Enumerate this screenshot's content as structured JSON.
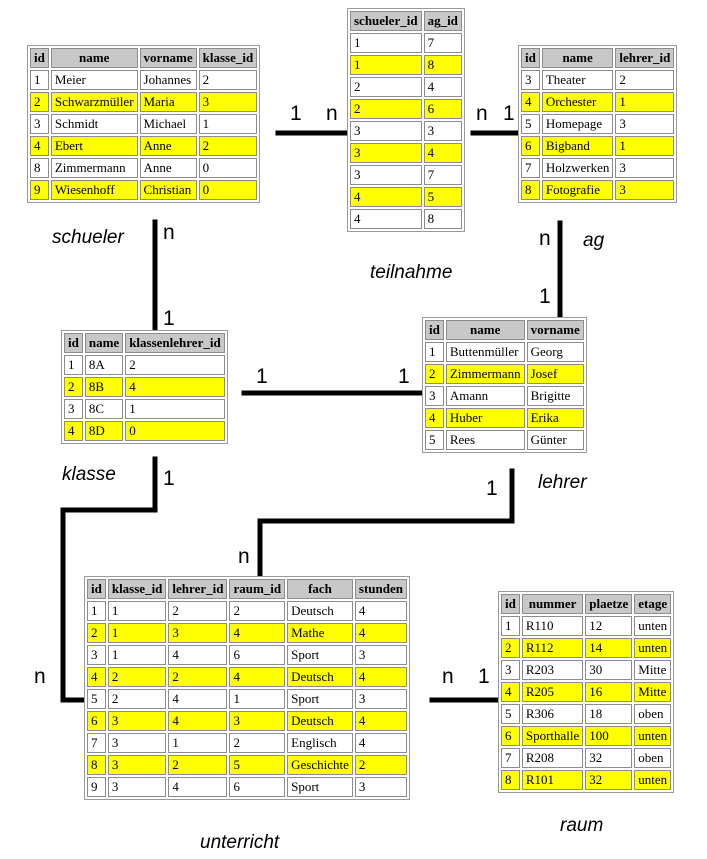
{
  "tables": {
    "schueler": {
      "name": "schueler",
      "columns": [
        "id",
        "name",
        "vorname",
        "klasse_id"
      ],
      "rows": [
        [
          "1",
          "Meier",
          "Johannes",
          "2"
        ],
        [
          "2",
          "Schwarzmüller",
          "Maria",
          "3"
        ],
        [
          "3",
          "Schmidt",
          "Michael",
          "1"
        ],
        [
          "4",
          "Ebert",
          "Anne",
          "2"
        ],
        [
          "8",
          "Zimmermann",
          "Anne",
          "0"
        ],
        [
          "9",
          "Wiesenhoff",
          "Christian",
          "0"
        ]
      ]
    },
    "teilnahme": {
      "name": "teilnahme",
      "columns": [
        "schueler_id",
        "ag_id"
      ],
      "rows": [
        [
          "1",
          "7"
        ],
        [
          "1",
          "8"
        ],
        [
          "2",
          "4"
        ],
        [
          "2",
          "6"
        ],
        [
          "3",
          "3"
        ],
        [
          "3",
          "4"
        ],
        [
          "3",
          "7"
        ],
        [
          "4",
          "5"
        ],
        [
          "4",
          "8"
        ]
      ]
    },
    "ag": {
      "name": "ag",
      "columns": [
        "id",
        "name",
        "lehrer_id"
      ],
      "rows": [
        [
          "3",
          "Theater",
          "2"
        ],
        [
          "4",
          "Orchester",
          "1"
        ],
        [
          "5",
          "Homepage",
          "3"
        ],
        [
          "6",
          "Bigband",
          "1"
        ],
        [
          "7",
          "Holzwerken",
          "3"
        ],
        [
          "8",
          "Fotografie",
          "3"
        ]
      ]
    },
    "klasse": {
      "name": "klasse",
      "columns": [
        "id",
        "name",
        "klassenlehrer_id"
      ],
      "rows": [
        [
          "1",
          "8A",
          "2"
        ],
        [
          "2",
          "8B",
          "4"
        ],
        [
          "3",
          "8C",
          "1"
        ],
        [
          "4",
          "8D",
          "0"
        ]
      ]
    },
    "lehrer": {
      "name": "lehrer",
      "columns": [
        "id",
        "name",
        "vorname"
      ],
      "rows": [
        [
          "1",
          "Buttenmüller",
          "Georg"
        ],
        [
          "2",
          "Zimmermann",
          "Josef"
        ],
        [
          "3",
          "Amann",
          "Brigitte"
        ],
        [
          "4",
          "Huber",
          "Erika"
        ],
        [
          "5",
          "Rees",
          "Günter"
        ]
      ]
    },
    "unterricht": {
      "name": "unterricht",
      "columns": [
        "id",
        "klasse_id",
        "lehrer_id",
        "raum_id",
        "fach",
        "stunden"
      ],
      "rows": [
        [
          "1",
          "1",
          "2",
          "2",
          "Deutsch",
          "4"
        ],
        [
          "2",
          "1",
          "3",
          "4",
          "Mathe",
          "4"
        ],
        [
          "3",
          "1",
          "4",
          "6",
          "Sport",
          "3"
        ],
        [
          "4",
          "2",
          "2",
          "4",
          "Deutsch",
          "4"
        ],
        [
          "5",
          "2",
          "4",
          "1",
          "Sport",
          "3"
        ],
        [
          "6",
          "3",
          "4",
          "3",
          "Deutsch",
          "4"
        ],
        [
          "7",
          "3",
          "1",
          "2",
          "Englisch",
          "4"
        ],
        [
          "8",
          "3",
          "2",
          "5",
          "Geschichte",
          "2"
        ],
        [
          "9",
          "3",
          "4",
          "6",
          "Sport",
          "3"
        ]
      ]
    },
    "raum": {
      "name": "raum",
      "columns": [
        "id",
        "nummer",
        "plaetze",
        "etage"
      ],
      "rows": [
        [
          "1",
          "R110",
          "12",
          "unten"
        ],
        [
          "2",
          "R112",
          "14",
          "unten"
        ],
        [
          "3",
          "R203",
          "30",
          "Mitte"
        ],
        [
          "4",
          "R205",
          "16",
          "Mitte"
        ],
        [
          "5",
          "R306",
          "18",
          "oben"
        ],
        [
          "6",
          "Sporthalle",
          "100",
          "unten"
        ],
        [
          "7",
          "R208",
          "32",
          "oben"
        ],
        [
          "8",
          "R101",
          "32",
          "unten"
        ]
      ]
    }
  },
  "cardinalities": {
    "schueler_teilnahme_1": "1",
    "schueler_teilnahme_n": "n",
    "ag_teilnahme_n": "n",
    "ag_teilnahme_1": "1",
    "schueler_klasse_n": "n",
    "schueler_klasse_1": "1",
    "ag_lehrer_n": "n",
    "ag_lehrer_1": "1",
    "klasse_lehrer_1": "1",
    "lehrer_klasse_1": "1",
    "klasse_unterricht_1": "1",
    "lehrer_unterricht_1": "1",
    "unterricht_lehrer_n": "n",
    "unterricht_klasse_n": "n",
    "unterricht_raum_n": "n",
    "raum_unterricht_1": "1"
  },
  "colors": {
    "highlight_row": "#ffff00",
    "header_bg": "#c8c8c8",
    "relationship_line": "#000000"
  }
}
